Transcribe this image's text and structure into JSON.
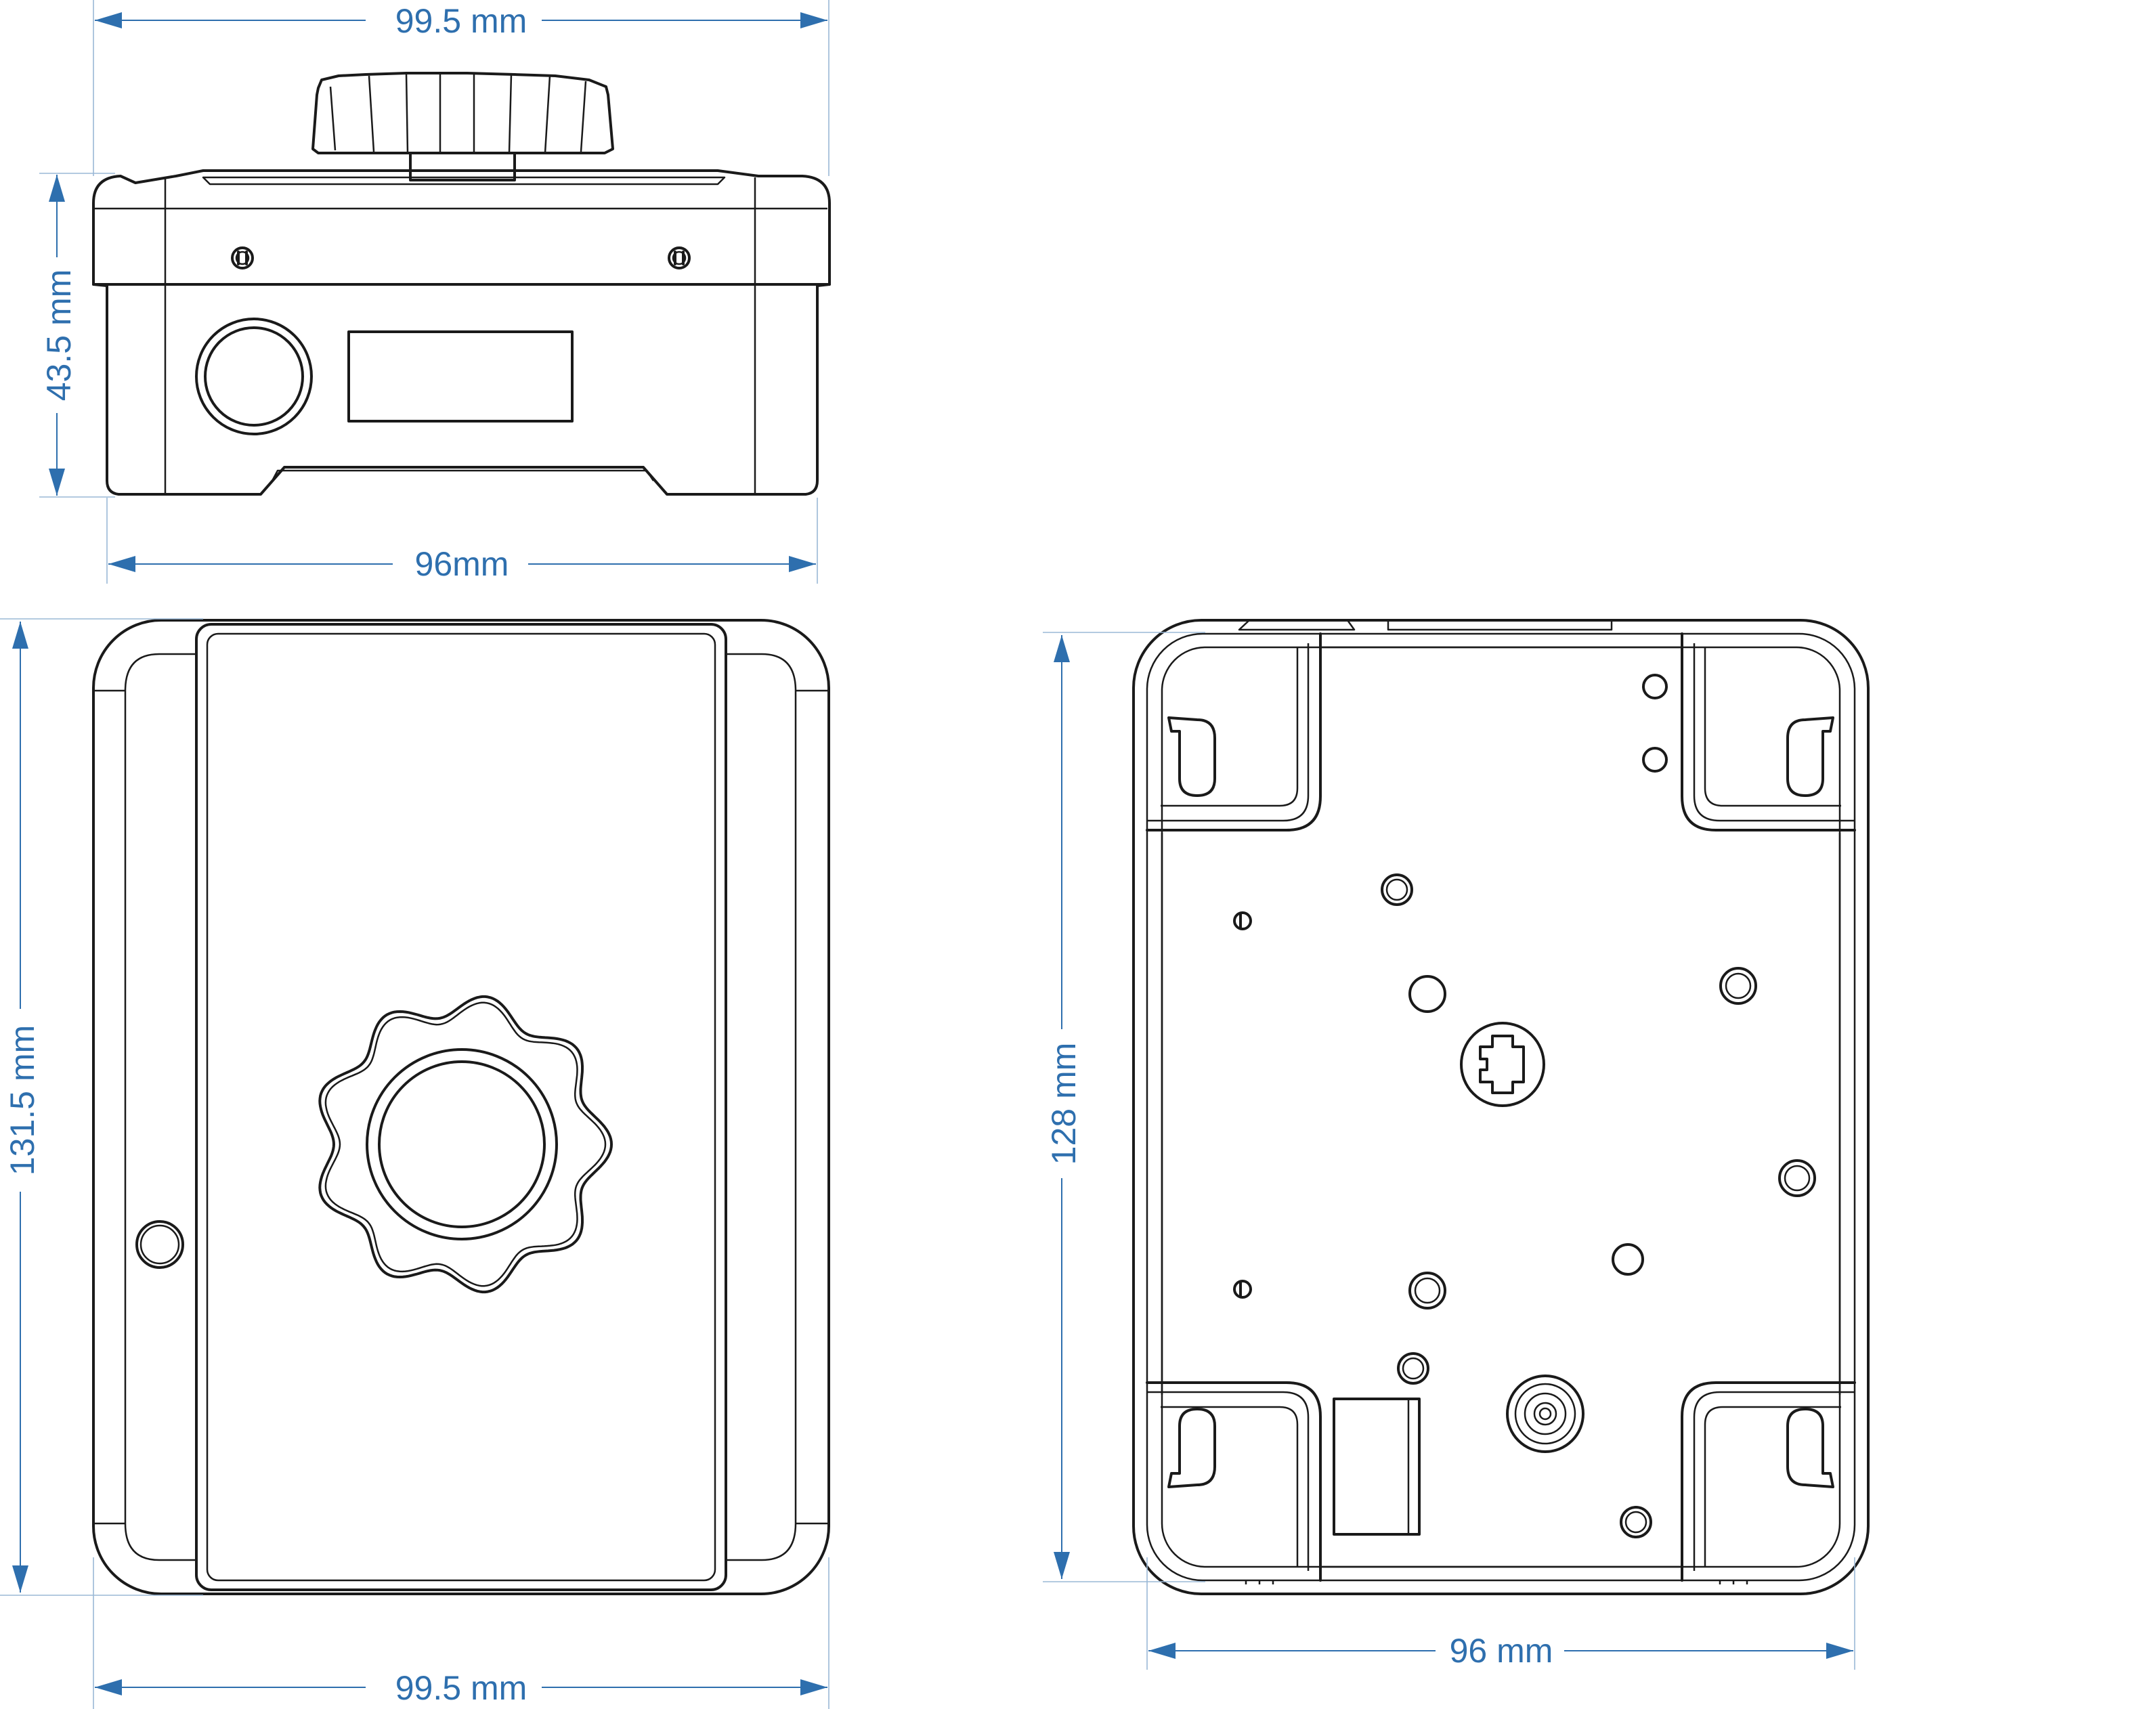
{
  "colors": {
    "dimension": "#2e6fae",
    "outline": "#1a1a1a",
    "background": "#ffffff"
  },
  "dimensions": {
    "top_width": "99.5 mm",
    "top_height": "43.5 mm",
    "top_inner_width": "96mm",
    "front_height": "131.5 mm",
    "front_width": "99.5 mm",
    "back_height": "128 mm",
    "back_width": "96 mm"
  }
}
